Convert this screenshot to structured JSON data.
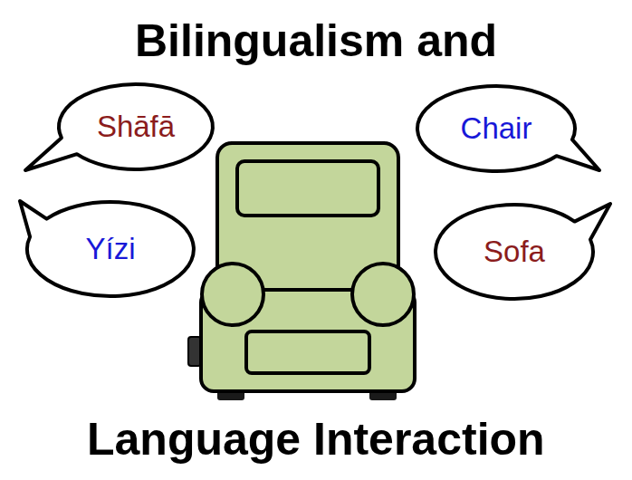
{
  "diagram": {
    "title": "Bilingualism and",
    "nodes": [
      {
        "text": [
          "Shāfā"
        ]
      },
      {
        "text": [
          "Chair"
        ]
      },
      {
        "text": [
          "Yízi"
        ]
      },
      {
        "text": [
          "Sofa"
        ]
      }
    ],
    "labels": [
      "Language Interaction"
    ]
  }
}
